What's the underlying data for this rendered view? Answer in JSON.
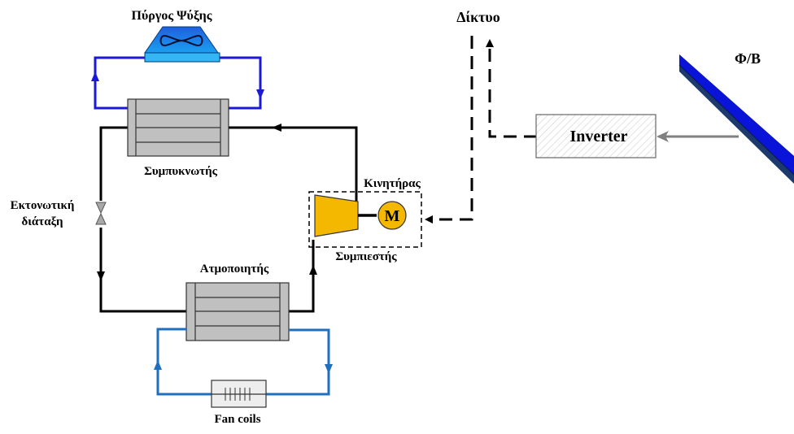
{
  "diagram": {
    "title": "Solar PV-driven heat pump / chiller system",
    "labels": {
      "cooling_tower": "Πύργος Ψύξης",
      "condenser": "Συμπυκνωτής",
      "expansion_valve_line1": "Εκτονωτική",
      "expansion_valve_line2": "διάταξη",
      "evaporator": "Ατμοποιητής",
      "fan_coils": "Fan coils",
      "motor": "Κινητήρας",
      "motor_symbol": "M",
      "compressor": "Συμπιεστής",
      "grid": "Δίκτυο",
      "inverter": "Inverter",
      "pv": "Φ/Β"
    },
    "colors": {
      "refrigerant_loop": "#000000",
      "cooling_water_loop": "#1a1ad6",
      "chilled_water_loop": "#1f6fbf",
      "heat_exchanger_fill": "#c0c0c0",
      "compressor_fill": "#f5b800",
      "cooling_tower_fill": "#1e90ff",
      "pv_panel": "#0a14d8",
      "pv_panel_edge": "#1c3a6e",
      "dc_arrow": "#808080"
    }
  }
}
